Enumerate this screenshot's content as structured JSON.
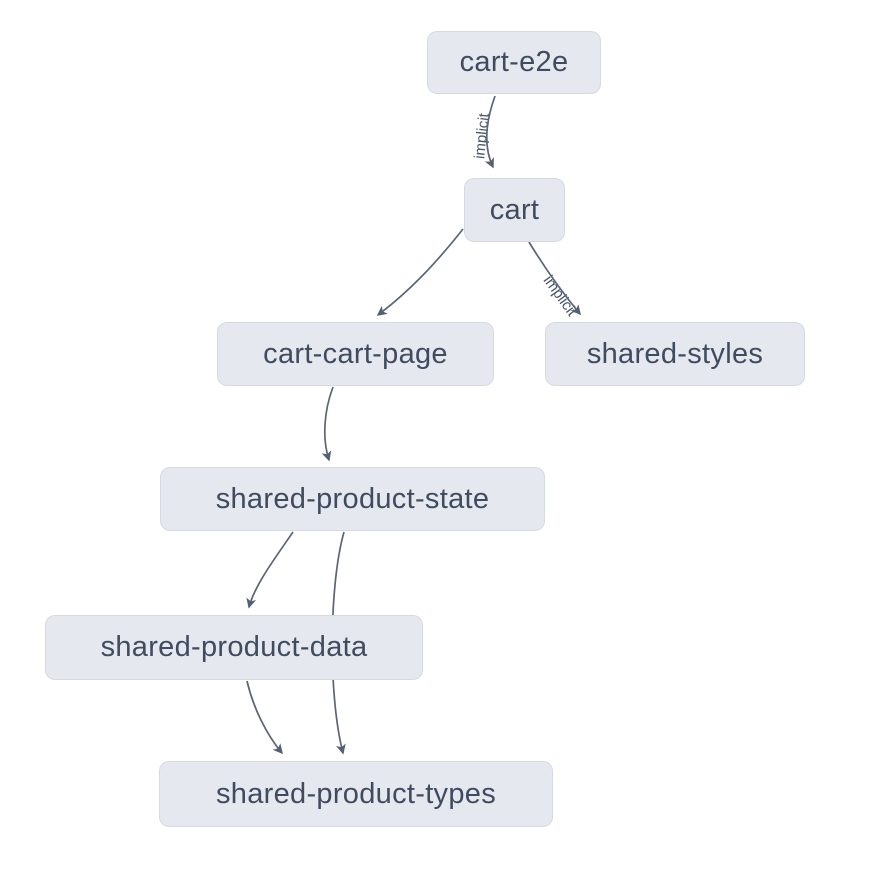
{
  "diagram": {
    "type": "dependency-graph",
    "colors": {
      "background": "#ffffff",
      "node_fill": "#e5e8ee",
      "node_text": "#414b60",
      "edge": "#5b6576",
      "edge_label": "#4b556a"
    },
    "nodes": [
      {
        "id": "cart-e2e",
        "label": "cart-e2e"
      },
      {
        "id": "cart",
        "label": "cart"
      },
      {
        "id": "cart-cart-page",
        "label": "cart-cart-page"
      },
      {
        "id": "shared-styles",
        "label": "shared-styles"
      },
      {
        "id": "shared-product-state",
        "label": "shared-product-state"
      },
      {
        "id": "shared-product-data",
        "label": "shared-product-data"
      },
      {
        "id": "shared-product-types",
        "label": "shared-product-types"
      }
    ],
    "edges": [
      {
        "from": "cart-e2e",
        "to": "cart",
        "label": "implicit"
      },
      {
        "from": "cart",
        "to": "cart-cart-page",
        "label": ""
      },
      {
        "from": "cart",
        "to": "shared-styles",
        "label": "implicit"
      },
      {
        "from": "cart-cart-page",
        "to": "shared-product-state",
        "label": ""
      },
      {
        "from": "shared-product-state",
        "to": "shared-product-data",
        "label": ""
      },
      {
        "from": "shared-product-state",
        "to": "shared-product-types",
        "label": ""
      },
      {
        "from": "shared-product-data",
        "to": "shared-product-types",
        "label": ""
      }
    ]
  }
}
